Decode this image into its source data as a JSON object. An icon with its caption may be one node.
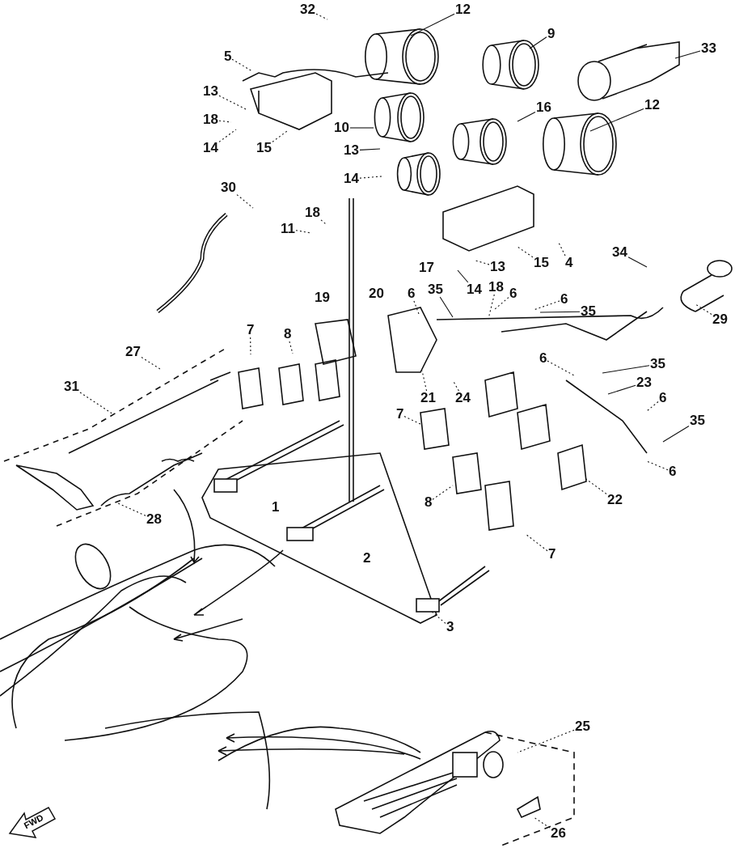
{
  "diagram": {
    "nodes": [
      {
        "text": [
          "32"
        ]
      },
      {
        "text": [
          "12"
        ]
      },
      {
        "text": [
          "9"
        ]
      },
      {
        "text": [
          "33"
        ]
      },
      {
        "text": [
          "5"
        ]
      },
      {
        "text": [
          "13"
        ]
      },
      {
        "text": [
          "18"
        ]
      },
      {
        "text": [
          "14"
        ]
      },
      {
        "text": [
          "10"
        ]
      },
      {
        "text": [
          "15"
        ]
      },
      {
        "text": [
          "13"
        ]
      },
      {
        "text": [
          "16"
        ]
      },
      {
        "text": [
          "12"
        ]
      },
      {
        "text": [
          "14"
        ]
      },
      {
        "text": [
          "30"
        ]
      },
      {
        "text": [
          "18"
        ]
      },
      {
        "text": [
          "11"
        ]
      },
      {
        "text": [
          "15"
        ]
      },
      {
        "text": [
          "4"
        ]
      },
      {
        "text": [
          "34"
        ]
      },
      {
        "text": [
          "17"
        ]
      },
      {
        "text": [
          "13"
        ]
      },
      {
        "text": [
          "14"
        ]
      },
      {
        "text": [
          "18"
        ]
      },
      {
        "text": [
          "19"
        ]
      },
      {
        "text": [
          "20"
        ]
      },
      {
        "text": [
          "6"
        ]
      },
      {
        "text": [
          "35"
        ]
      },
      {
        "text": [
          "6"
        ]
      },
      {
        "text": [
          "6"
        ]
      },
      {
        "text": [
          "35"
        ]
      },
      {
        "text": [
          "29"
        ]
      },
      {
        "text": [
          "7"
        ]
      },
      {
        "text": [
          "8"
        ]
      },
      {
        "text": [
          "27"
        ]
      },
      {
        "text": [
          "31"
        ]
      },
      {
        "text": [
          "21"
        ]
      },
      {
        "text": [
          "24"
        ]
      },
      {
        "text": [
          "6"
        ]
      },
      {
        "text": [
          "35"
        ]
      },
      {
        "text": [
          "23"
        ]
      },
      {
        "text": [
          "7"
        ]
      },
      {
        "text": [
          "6"
        ]
      },
      {
        "text": [
          "35"
        ]
      },
      {
        "text": [
          "1"
        ]
      },
      {
        "text": [
          "8"
        ]
      },
      {
        "text": [
          "28"
        ]
      },
      {
        "text": [
          "22"
        ]
      },
      {
        "text": [
          "6"
        ]
      },
      {
        "text": [
          "2"
        ]
      },
      {
        "text": [
          "7"
        ]
      },
      {
        "text": [
          "3"
        ]
      },
      {
        "text": [
          "25"
        ]
      },
      {
        "text": [
          "26"
        ]
      }
    ],
    "edges": [
      {
        "from": 0,
        "to": null,
        "arrow": "none",
        "style": "dashed"
      },
      {
        "from": 1,
        "to": null,
        "arrow": "none"
      },
      {
        "from": 2,
        "to": null,
        "arrow": "none"
      },
      {
        "from": 3,
        "to": null,
        "arrow": "none"
      },
      {
        "from": 4,
        "to": null,
        "arrow": "none",
        "style": "dashed"
      },
      {
        "from": 5,
        "to": null,
        "arrow": "none",
        "style": "dashed"
      },
      {
        "from": 6,
        "to": null,
        "arrow": "none",
        "style": "dashed"
      },
      {
        "from": 7,
        "to": null,
        "arrow": "none",
        "style": "dashed"
      },
      {
        "from": 8,
        "to": null,
        "arrow": "none"
      },
      {
        "from": 9,
        "to": null,
        "arrow": "none",
        "style": "dashed"
      },
      {
        "from": 10,
        "to": null,
        "arrow": "none"
      },
      {
        "from": 11,
        "to": null,
        "arrow": "none"
      },
      {
        "from": 12,
        "to": null,
        "arrow": "none"
      },
      {
        "from": 13,
        "to": null,
        "arrow": "none",
        "style": "dashed"
      },
      {
        "from": 14,
        "to": null,
        "arrow": "none",
        "style": "dashed"
      },
      {
        "from": 15,
        "to": null,
        "arrow": "none",
        "style": "dashed"
      },
      {
        "from": 16,
        "to": null,
        "arrow": "none",
        "style": "dashed"
      },
      {
        "from": 17,
        "to": null,
        "arrow": "none",
        "style": "dashed"
      },
      {
        "from": 18,
        "to": null,
        "arrow": "none",
        "style": "dashed"
      },
      {
        "from": 19,
        "to": null,
        "arrow": "none"
      },
      {
        "from": 21,
        "to": null,
        "arrow": "none",
        "style": "dashed"
      },
      {
        "from": 22,
        "to": null,
        "arrow": "none"
      },
      {
        "from": 23,
        "to": null,
        "arrow": "none",
        "style": "dashed"
      },
      {
        "from": 26,
        "to": null,
        "arrow": "none",
        "style": "dashed"
      },
      {
        "from": 27,
        "to": null,
        "arrow": "none"
      },
      {
        "from": 28,
        "to": null,
        "arrow": "none",
        "style": "dashed"
      },
      {
        "from": 29,
        "to": null,
        "arrow": "none",
        "style": "dashed"
      },
      {
        "from": 30,
        "to": null,
        "arrow": "none"
      },
      {
        "from": 31,
        "to": null,
        "arrow": "none",
        "style": "dashed"
      },
      {
        "from": 32,
        "to": null,
        "arrow": "none",
        "style": "dashed"
      },
      {
        "from": 33,
        "to": null,
        "arrow": "none",
        "style": "dashed"
      },
      {
        "from": 34,
        "to": null,
        "arrow": "none",
        "style": "dashed"
      },
      {
        "from": 35,
        "to": null,
        "arrow": "none",
        "style": "dashed"
      },
      {
        "from": 36,
        "to": null,
        "arrow": "none",
        "style": "dashed"
      },
      {
        "from": 37,
        "to": null,
        "arrow": "none",
        "style": "dashed"
      },
      {
        "from": 38,
        "to": null,
        "arrow": "none",
        "style": "dashed"
      },
      {
        "from": 39,
        "to": null,
        "arrow": "none"
      },
      {
        "from": 40,
        "to": null,
        "arrow": "none"
      },
      {
        "from": 41,
        "to": null,
        "arrow": "none",
        "style": "dashed"
      },
      {
        "from": 42,
        "to": null,
        "arrow": "none",
        "style": "dashed"
      },
      {
        "from": 43,
        "to": null,
        "arrow": "none"
      },
      {
        "from": 45,
        "to": null,
        "arrow": "none",
        "style": "dashed"
      },
      {
        "from": 46,
        "to": null,
        "arrow": "none",
        "style": "dashed"
      },
      {
        "from": 47,
        "to": null,
        "arrow": "none",
        "style": "dashed"
      },
      {
        "from": 48,
        "to": null,
        "arrow": "none",
        "style": "dashed"
      },
      {
        "from": 50,
        "to": null,
        "arrow": "none",
        "style": "dashed"
      },
      {
        "from": 51,
        "to": null,
        "arrow": "none",
        "style": "dashed"
      },
      {
        "from": 52,
        "to": null,
        "arrow": "none",
        "style": "dashed"
      },
      {
        "from": 53,
        "to": null,
        "arrow": "none",
        "style": "dashed"
      }
    ],
    "labels": [
      "FWD"
    ]
  }
}
